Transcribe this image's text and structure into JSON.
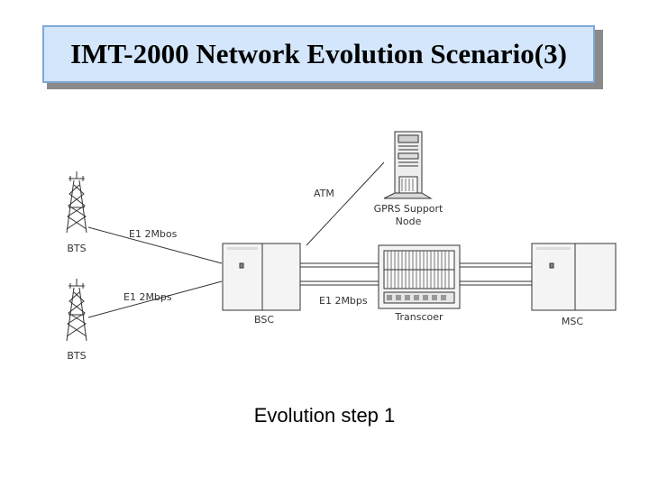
{
  "title": "IMT-2000 Network Evolution Scenario(3)",
  "caption": "Evolution step 1",
  "diagram": {
    "nodes": {
      "bts_top": "BTS",
      "bts_bottom": "BTS",
      "bsc": "BSC",
      "transcoder": "Transcoer",
      "msc": "MSC",
      "gprs_line1": "GPRS Support",
      "gprs_line2": "Node"
    },
    "links": {
      "bts_top_bsc": "E1 2Mbos",
      "bts_bottom_bsc": "E1 2Mbps",
      "bsc_transcoder": "E1 2Mbps",
      "bsc_gprs": "ATM"
    }
  }
}
